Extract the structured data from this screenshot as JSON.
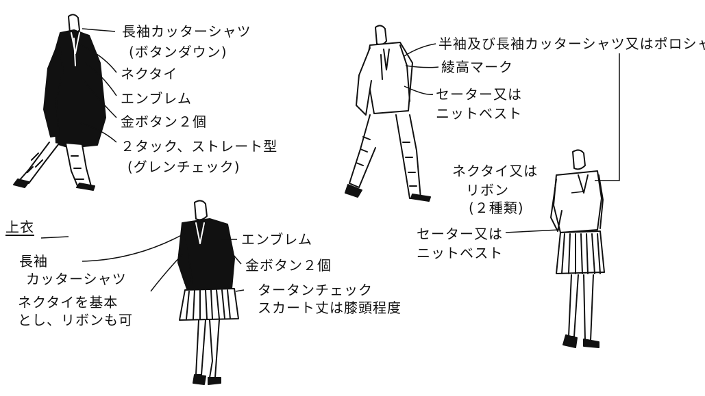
{
  "labels": {
    "boy_winter": {
      "shirt_long": "長袖カッターシャツ",
      "shirt_sub": "(ボタンダウン)",
      "necktie": "ネクタイ",
      "emblem": "エンブレム",
      "gold_buttons": "金ボタン２個",
      "trousers_1": "２タック、ストレート型",
      "trousers_2": "(グレンチェック)"
    },
    "boy_summer": {
      "shirt": "半袖及び長袖カッターシャツ又はポロシャツ",
      "mark": "綾高マーク",
      "sweater_1": "セーター又は",
      "sweater_2": "ニットベスト"
    },
    "girl_winter": {
      "section_title": "上衣",
      "shirt_1": "長袖",
      "shirt_2": "カッターシャツ",
      "tie_1": "ネクタイを基本",
      "tie_2": "とし、リボンも可",
      "emblem": "エンブレム",
      "gold_buttons": "金ボタン２個",
      "skirt_1": "タータンチェック",
      "skirt_2": "スカート丈は膝頭程度"
    },
    "girl_summer": {
      "tie_1": "ネクタイ又は",
      "tie_2": "リボン",
      "tie_3": "(２種類)",
      "sweater_1": "セーター又は",
      "sweater_2": "ニットベスト"
    }
  },
  "colors": {
    "ink": "#111111",
    "background": "#ffffff"
  }
}
